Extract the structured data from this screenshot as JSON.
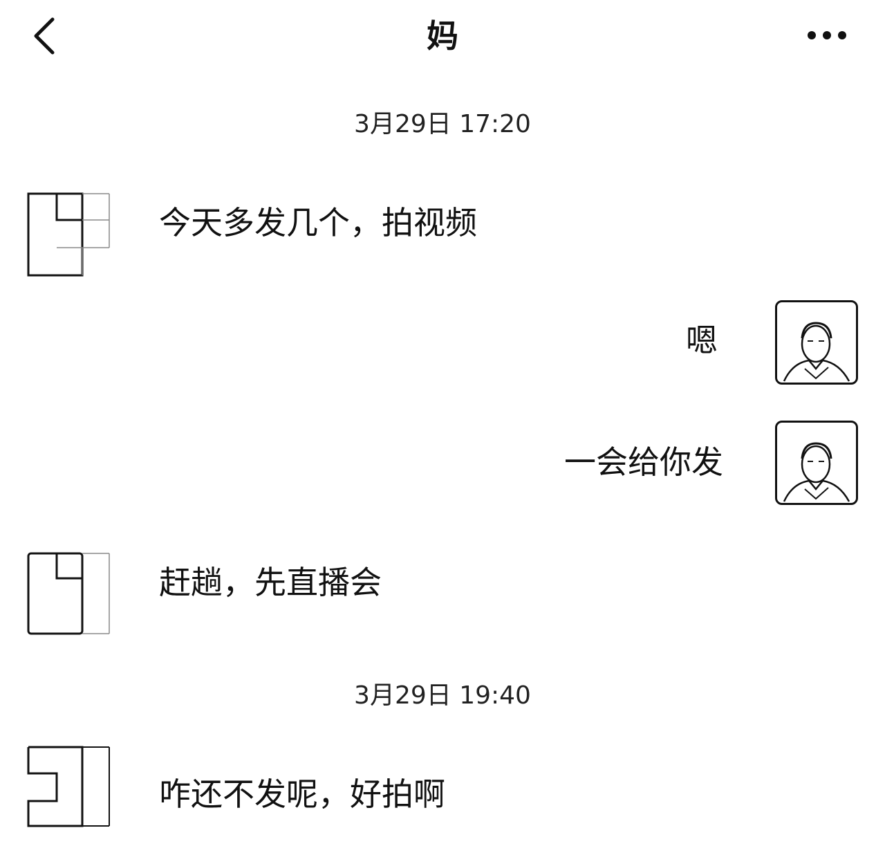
{
  "header": {
    "title": "妈",
    "back_icon": "chevron-left-icon",
    "more_icon": "ellipsis-icon"
  },
  "timestamps": [
    "3月29日 17:20",
    "3月29日 19:40"
  ],
  "messages": [
    {
      "side": "left",
      "text": "今天多发几个，拍视频"
    },
    {
      "side": "right",
      "text": "嗯"
    },
    {
      "side": "right",
      "text": "一会给你发"
    },
    {
      "side": "left",
      "text": "赶趟，先直播会"
    },
    {
      "side": "left",
      "text": "咋还不发呢，好拍啊"
    }
  ]
}
